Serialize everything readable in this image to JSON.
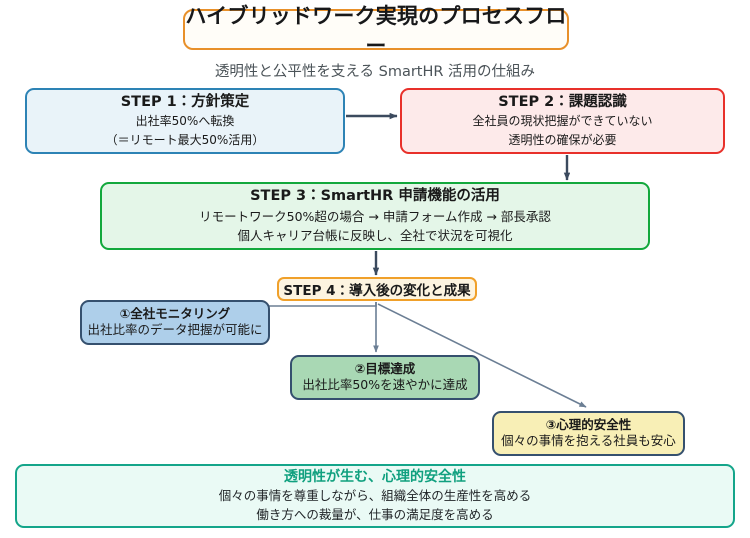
{
  "title": "ハイブリッドワーク実現のプロセスフロー",
  "subtitle": "透明性と公平性を支える SmartHR 活用の仕組み",
  "steps": {
    "step1": {
      "heading": "STEP 1：方針策定",
      "line1": "出社率50%へ転換",
      "line2": "（＝リモート最大50%活用）"
    },
    "step2": {
      "heading": "STEP 2：課題認識",
      "line1": "全社員の現状把握ができていない",
      "line2": "透明性の確保が必要"
    },
    "step3": {
      "heading": "STEP 3：SmartHR 申請機能の活用",
      "line1": "リモートワーク50%超の場合 → 申請フォーム作成 → 部長承認",
      "line2": "個人キャリア台帳に反映し、全社で状況を可視化"
    },
    "step4": {
      "heading": "STEP 4：導入後の変化と成果"
    }
  },
  "outcomes": [
    {
      "heading": "①全社モニタリング",
      "detail": "出社比率のデータ把握が可能に"
    },
    {
      "heading": "②目標達成",
      "detail": "出社比率50%を速やかに達成"
    },
    {
      "heading": "③心理的安全性",
      "detail": "個々の事情を抱える社員も安心"
    }
  ],
  "summary": {
    "heading": "透明性が生む、心理的安全性",
    "line1": "個々の事情を尊重しながら、組織全体の生産性を高める",
    "line2": "働き方への裁量が、仕事の満足度を高める"
  },
  "colors": {
    "title_border": "#e8902a",
    "step1_border": "#2d83b5",
    "step1_fill": "#e9f3f9",
    "step2_border": "#e8302a",
    "step2_fill": "#fdeaea",
    "step3_border": "#12a83c",
    "step3_fill": "#e4f6e8",
    "step4_border": "#f0a02a",
    "step4_fill": "#fdf4e0",
    "outcome_border": "#35506e",
    "outcome1_fill": "#aecfea",
    "outcome2_fill": "#a9d8b4",
    "outcome3_fill": "#f8efb6",
    "summary_border": "#14a58a",
    "summary_fill": "#eafaf5",
    "summary_heading": "#10a07f",
    "connector": "#3b4a5e",
    "connector_thin": "#6b7e94"
  }
}
